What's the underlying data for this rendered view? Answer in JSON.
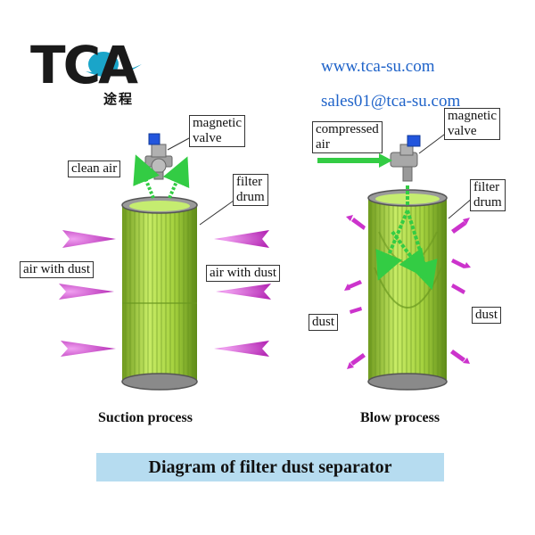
{
  "header": {
    "logo": {
      "letters": "TCA",
      "subtitle": "途程"
    },
    "website": "www.tca-su.com",
    "email": "sales01@tca-su.com"
  },
  "left_panel": {
    "caption": "Suction process",
    "labels": {
      "magnetic_valve": "magnetic\nvalve",
      "clean_air": "clean air",
      "filter_drum": "filter\ndrum",
      "air_with_dust_left": "air with dust",
      "air_with_dust_right": "air with dust"
    }
  },
  "right_panel": {
    "caption": "Blow process",
    "labels": {
      "compressed_air": "compressed\nair",
      "magnetic_valve": "magnetic\nvalve",
      "filter_drum": "filter\ndrum",
      "dust_left": "dust",
      "dust_right": "dust"
    }
  },
  "title": "Diagram of filter dust separator",
  "colors": {
    "filter_green": "#9ccc3a",
    "arrow_green": "#33cc44",
    "dust_magenta": "#cc33cc",
    "valve_blue": "#2255dd",
    "link_blue": "#1f63c9",
    "title_bg": "#b6dcf0"
  }
}
